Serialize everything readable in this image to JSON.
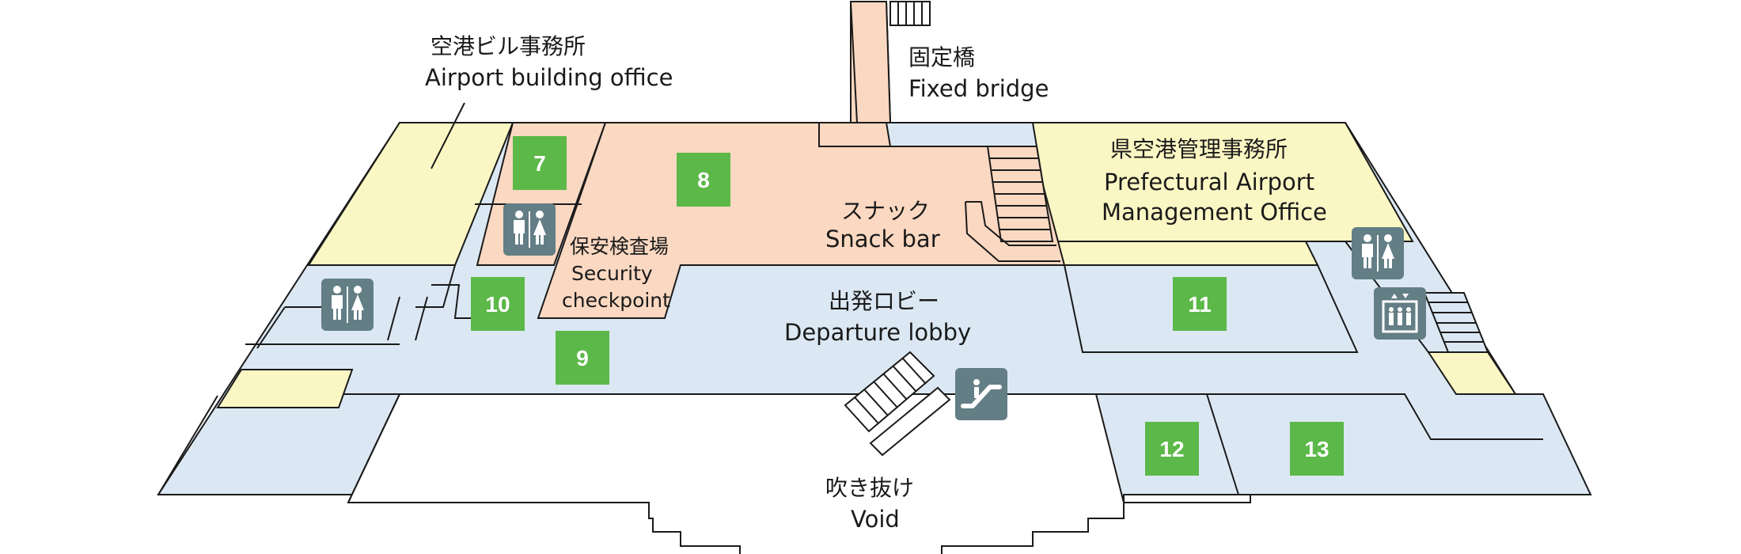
{
  "labels": {
    "office_ja": "空港ビル事務所",
    "office_en": "Airport building office",
    "bridge_ja": "固定橋",
    "bridge_en": "Fixed bridge",
    "prefectural_ja": "県空港管理事務所",
    "prefectural_en1": "Prefectural Airport",
    "prefectural_en2": "Management Office",
    "snack_ja": "スナック",
    "snack_en": "Snack bar",
    "security_ja": "保安検査場",
    "security_en1": "Security",
    "security_en2": "checkpoint",
    "lobby_ja": "出発ロビー",
    "lobby_en": "Departure lobby",
    "void_ja": "吹き抜け",
    "void_en": "Void"
  },
  "rooms": [
    "7",
    "8",
    "9",
    "10",
    "11",
    "12",
    "13"
  ],
  "icons": [
    "restroom-icon",
    "restroom-icon",
    "restroom-icon",
    "elevator-icon",
    "escalator-icon"
  ],
  "colors": {
    "lobby": "#dbe8f3",
    "restricted": "#fbd8c1",
    "office": "#fbf7c4",
    "room_badge": "#5cb848",
    "icon_bg": "#637e85"
  }
}
